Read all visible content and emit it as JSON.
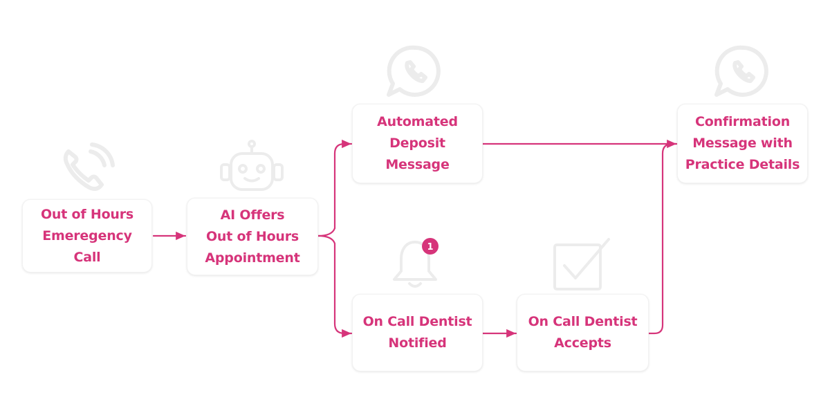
{
  "colors": {
    "accent": "#d6347a",
    "icon_stroke": "#eeeeee",
    "card_bg": "#ffffff"
  },
  "nodes": {
    "emergency_call": {
      "label": "Out of Hours\nEmeregency\nCall",
      "icon": "phone-icon"
    },
    "ai_offers": {
      "label": "AI Offers\nOut of Hours\nAppointment",
      "icon": "robot-icon"
    },
    "deposit_message": {
      "label": "Automated\nDeposit\nMessage",
      "icon": "whatsapp-icon"
    },
    "dentist_notified": {
      "label": "On Call Dentist\nNotified",
      "icon": "bell-icon",
      "badge": "1"
    },
    "dentist_accepts": {
      "label": "On Call Dentist\nAccepts",
      "icon": "checkbox-icon"
    },
    "confirmation": {
      "label": "Confirmation\nMessage with\nPractice Details",
      "icon": "whatsapp-icon"
    }
  }
}
